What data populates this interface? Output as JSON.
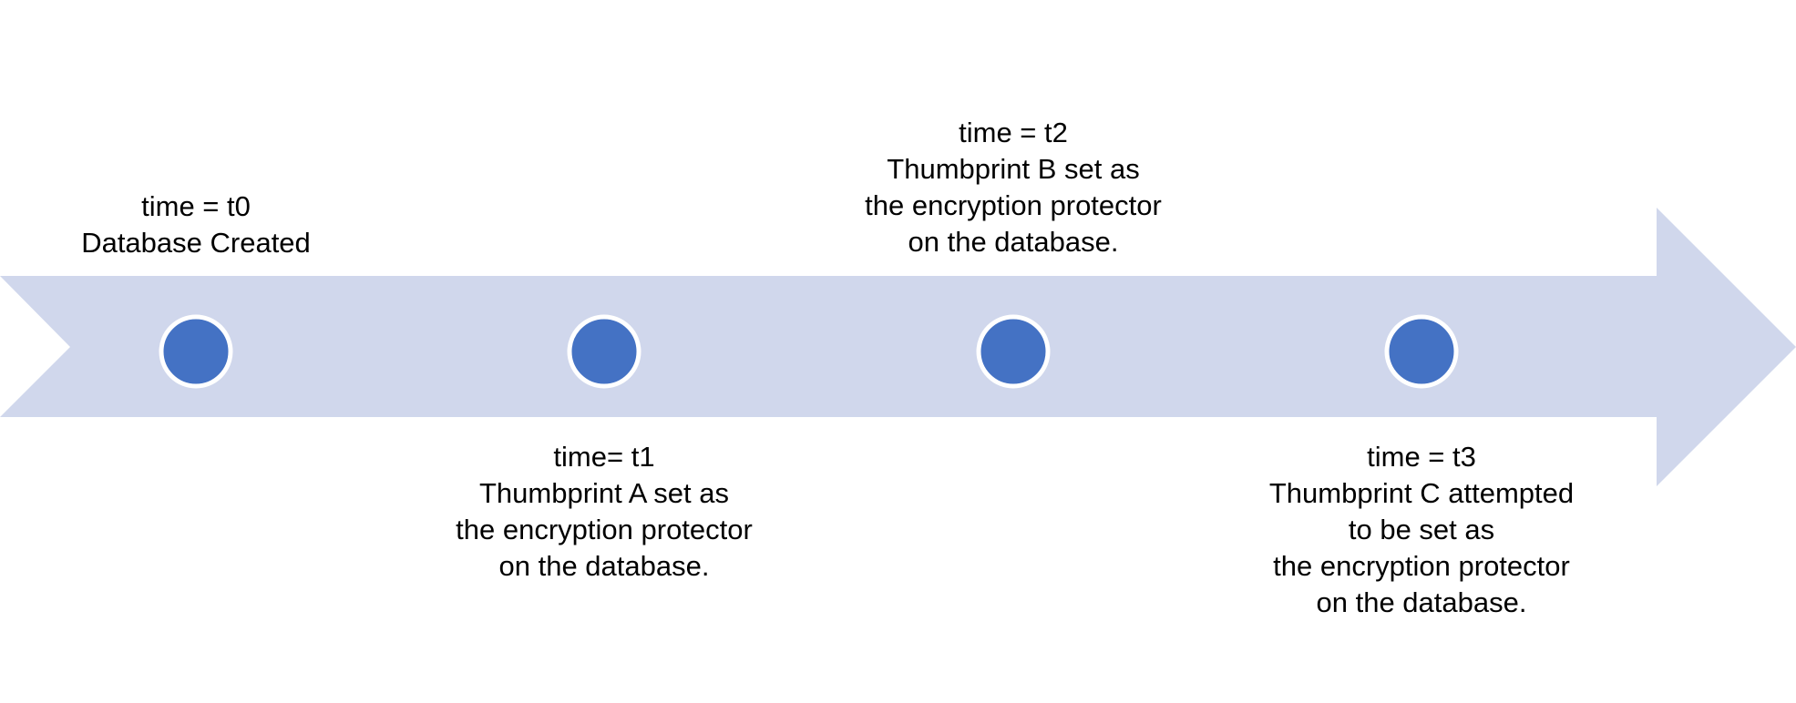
{
  "colors": {
    "arrow_fill": "#d0d7ec",
    "marker_fill": "#4472c4",
    "marker_stroke": "#ffffff",
    "text": "#000000"
  },
  "events": [
    {
      "lines": [
        "time = t0",
        "Database Created"
      ]
    },
    {
      "lines": [
        "time= t1",
        "Thumbprint A set as",
        "the encryption protector",
        "on the database."
      ]
    },
    {
      "lines": [
        "time = t2",
        "Thumbprint B set as",
        "the encryption protector",
        "on the database."
      ]
    },
    {
      "lines": [
        "time = t3",
        "Thumbprint C attempted",
        "to be set as",
        "the encryption protector",
        "on the database."
      ]
    }
  ]
}
